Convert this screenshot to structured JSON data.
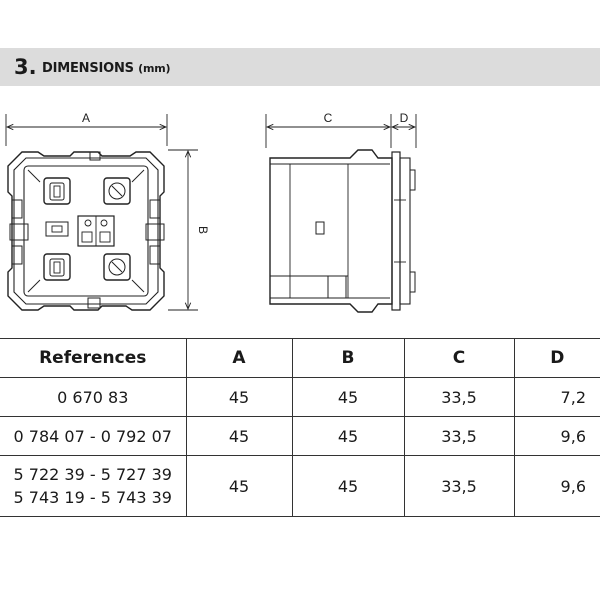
{
  "header": {
    "number": "3.",
    "title": "DIMENSIONS",
    "unit": "(mm)"
  },
  "drawing": {
    "labels": {
      "a": "A",
      "b": "B",
      "c": "C",
      "d": "D"
    }
  },
  "table": {
    "columns": [
      "References",
      "A",
      "B",
      "C",
      "D"
    ],
    "rows": [
      {
        "references": [
          "0 670 83"
        ],
        "a": "45",
        "b": "45",
        "c": "33,5",
        "d": "7,2"
      },
      {
        "references": [
          "0 784 07 - 0 792 07"
        ],
        "a": "45",
        "b": "45",
        "c": "33,5",
        "d": "9,6"
      },
      {
        "references": [
          "5 722 39 - 5 727 39",
          "5 743 19 - 5 743 39"
        ],
        "a": "45",
        "b": "45",
        "c": "33,5",
        "d": "9,6"
      }
    ]
  }
}
